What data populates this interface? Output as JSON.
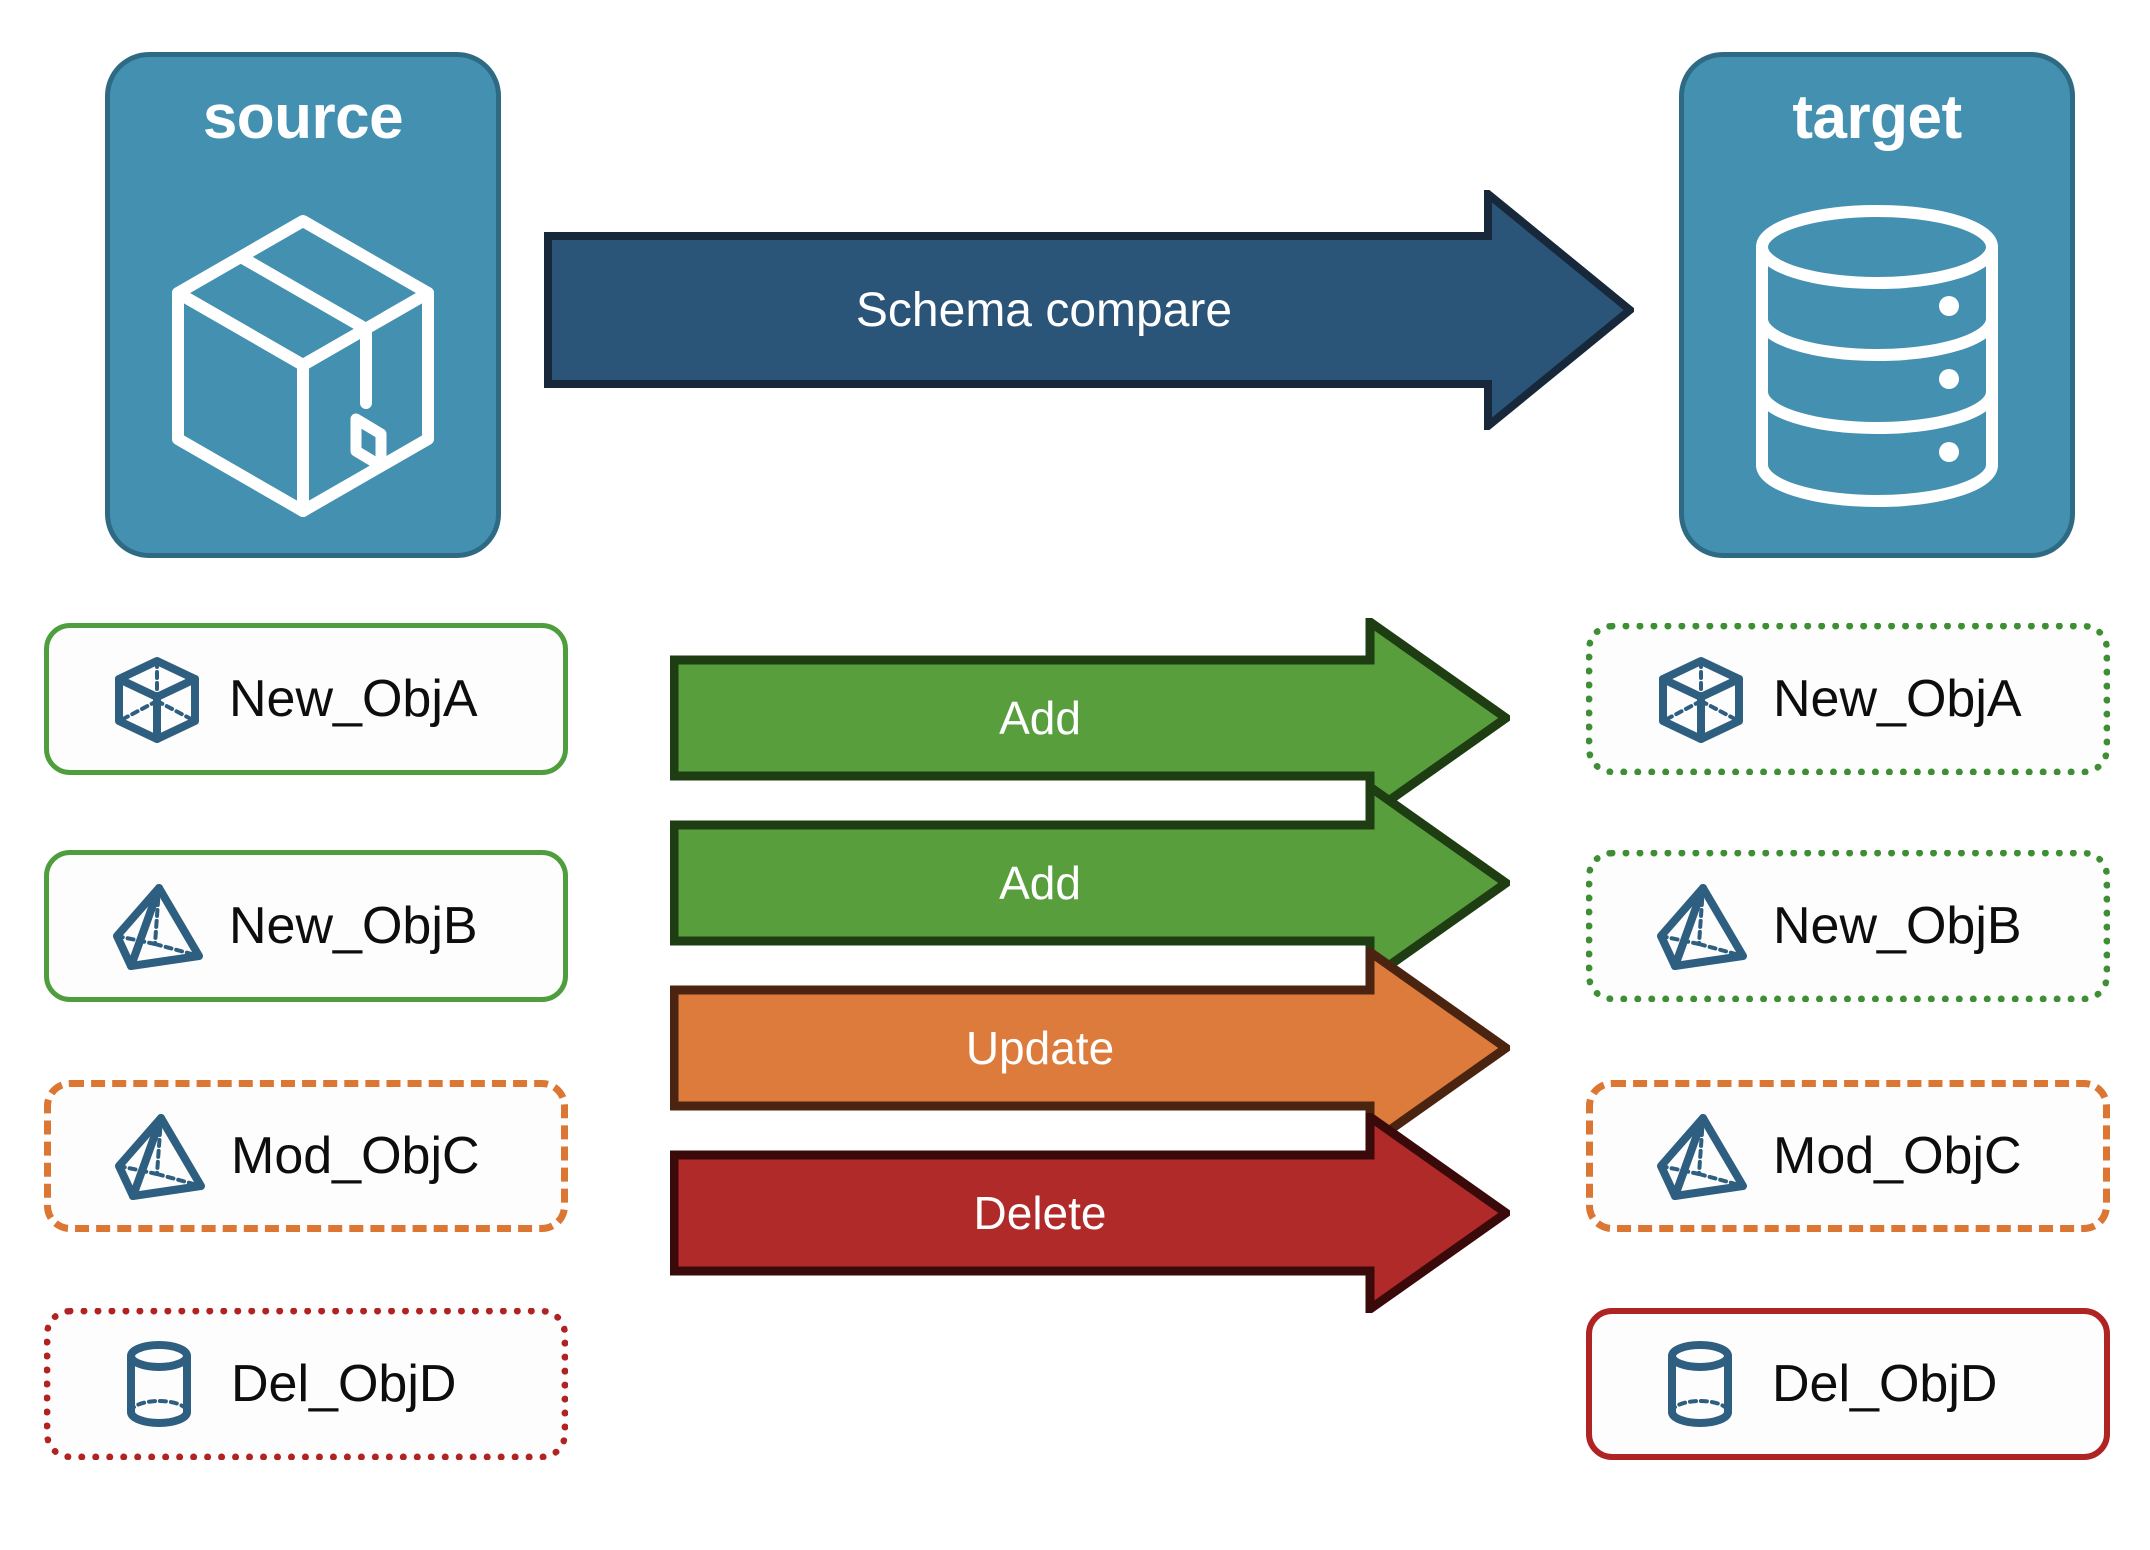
{
  "diagram": {
    "title": "Schema compare",
    "endpoints": {
      "source": {
        "label": "source",
        "icon": "package-box-icon"
      },
      "target": {
        "label": "target",
        "icon": "database-cylinder-icon"
      }
    },
    "main_arrow": {
      "label": "Schema compare",
      "fill": "#2A5478",
      "stroke": "#17283A"
    },
    "rows": [
      {
        "source_label": "New_ObjA",
        "target_label": "New_ObjA",
        "action": "Add",
        "icon": "wireframe-cube-icon",
        "arrow_fill": "#589E3D",
        "arrow_stroke": "#1E3D12",
        "source_border_style": "solid",
        "target_border_style": "dotted",
        "border_color": "#4E9E3E"
      },
      {
        "source_label": "New_ObjB",
        "target_label": "New_ObjB",
        "action": "Add",
        "icon": "wireframe-pyramid-icon",
        "arrow_fill": "#589E3D",
        "arrow_stroke": "#1E3D12",
        "source_border_style": "solid",
        "target_border_style": "dotted",
        "border_color": "#4E9E3E"
      },
      {
        "source_label": "Mod_ObjC",
        "target_label": "Mod_ObjC",
        "action": "Update",
        "icon": "wireframe-pyramid-icon",
        "arrow_fill": "#DC7B3C",
        "arrow_stroke": "#4A2410",
        "source_border_style": "dashed",
        "target_border_style": "dashed",
        "border_color": "#DC7633"
      },
      {
        "source_label": "Del_ObjD",
        "target_label": "Del_ObjD",
        "action": "Delete",
        "icon": "wireframe-cylinder-icon",
        "arrow_fill": "#B02A2A",
        "arrow_stroke": "#3A0A0A",
        "source_border_style": "dotted",
        "target_border_style": "solid",
        "border_color": "#B02323"
      }
    ],
    "colors": {
      "panel_fill": "#4490B0",
      "panel_stroke": "#2E6A83",
      "icon_blue": "#2E5F80",
      "add_green": "#589E3D",
      "update_orange": "#DC7B3C",
      "delete_red": "#B02A2A"
    }
  }
}
